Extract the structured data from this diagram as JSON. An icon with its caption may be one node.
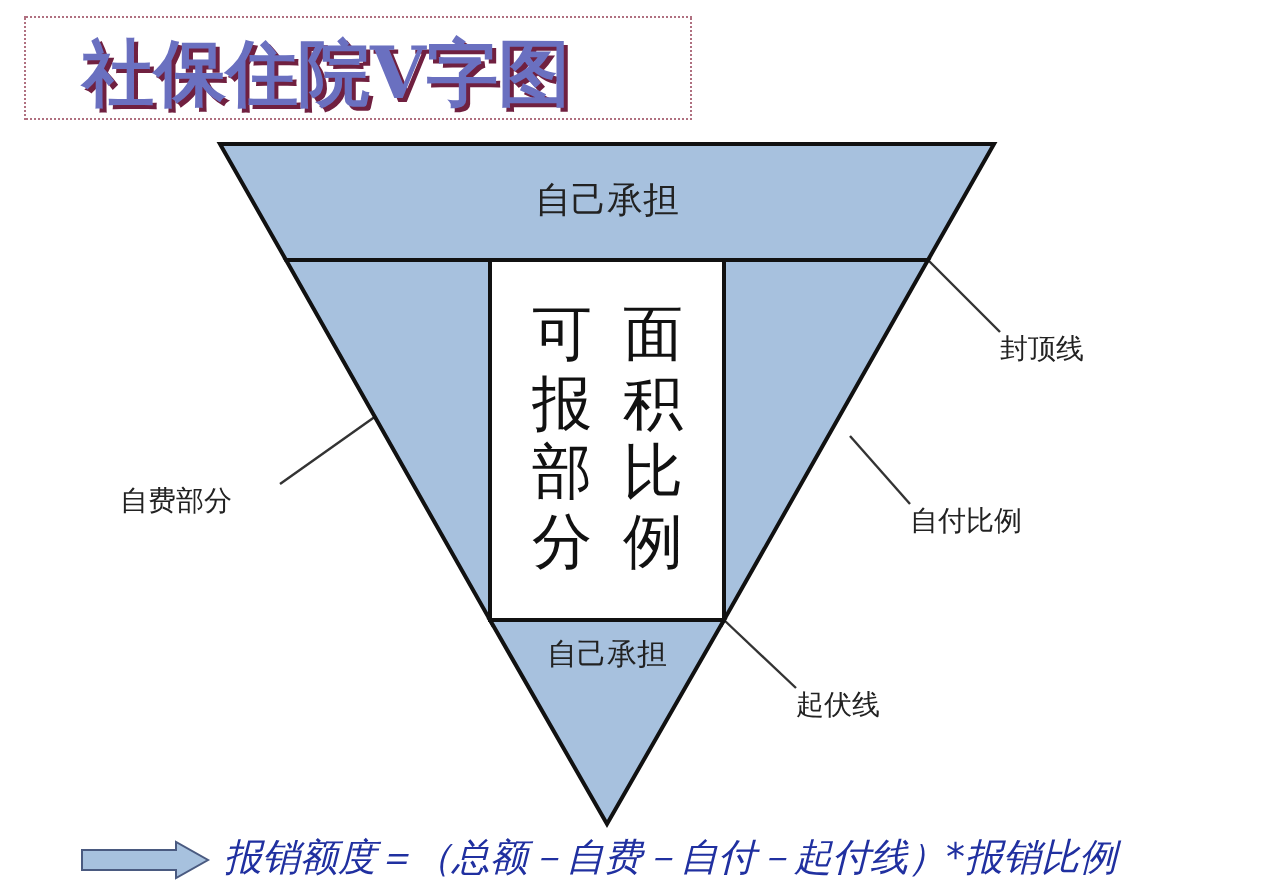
{
  "diagram": {
    "title": "社保住院V字图",
    "nodes": [
      {
        "text": [
          "自己承担"
        ]
      },
      {
        "text": [],
        "shape": "triangle"
      },
      {
        "text": [
          "可报部分",
          "面积比例"
        ]
      },
      {
        "text": [],
        "shape": "triangle"
      },
      {
        "text": [
          "自己承担"
        ]
      },
      {
        "text": [
          "自费部分"
        ]
      },
      {
        "text": [
          "封顶线"
        ]
      },
      {
        "text": [
          "自付比例"
        ]
      },
      {
        "text": [
          "起伏线"
        ]
      }
    ],
    "edges": [
      {
        "from": 5,
        "to": 1,
        "arrow": "none"
      },
      {
        "from": 6,
        "to": 3,
        "arrow": "none"
      },
      {
        "from": 7,
        "to": 3,
        "arrow": "none"
      },
      {
        "from": 8,
        "to": 4,
        "arrow": "none"
      }
    ],
    "labels": [
      "报销额度＝（总额－自费－自付－起付线）*报销比例"
    ]
  }
}
